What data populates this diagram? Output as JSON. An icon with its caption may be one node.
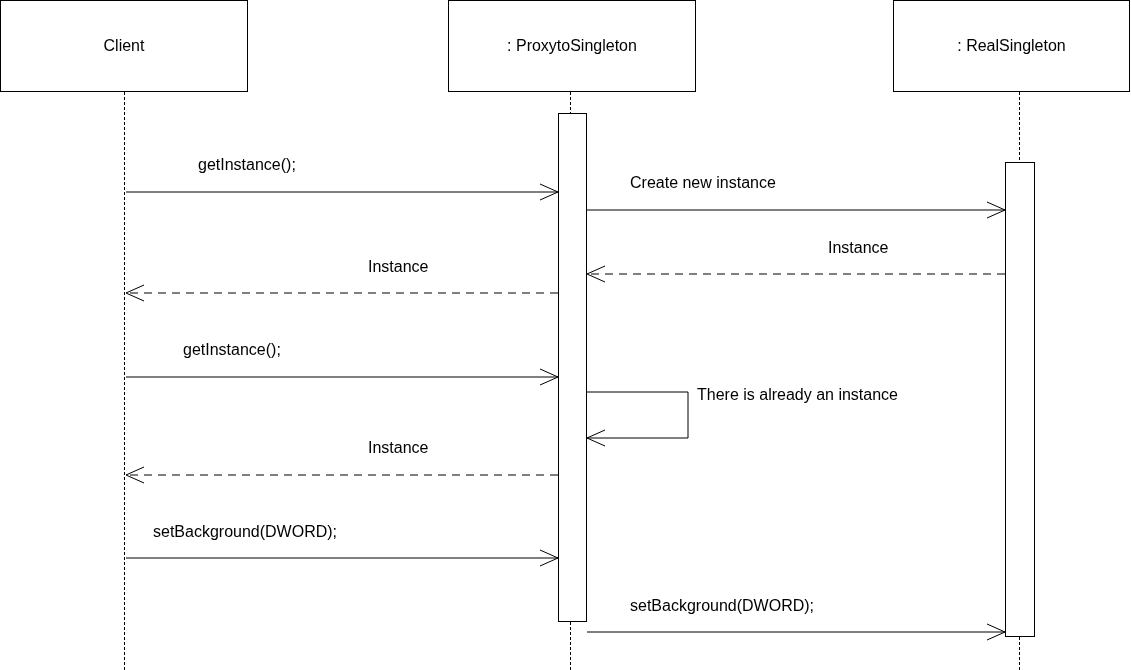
{
  "diagram": {
    "nodes": [
      {
        "text": [
          "Client"
        ]
      },
      {
        "text": [
          ": ProxytoSingleton"
        ]
      },
      {
        "text": [
          ": RealSingleton"
        ]
      },
      {
        "text": [],
        "shape": "line"
      },
      {
        "text": [],
        "shape": "line"
      },
      {
        "text": [],
        "shape": "line"
      },
      {
        "text": [],
        "shape": "bar"
      },
      {
        "text": [],
        "shape": "bar"
      }
    ],
    "edges": [
      {
        "from": 3,
        "to": 6,
        "arrow": "to",
        "label": "getInstance();"
      },
      {
        "from": 6,
        "to": 7,
        "arrow": "to",
        "label": "Create new instance"
      },
      {
        "from": 7,
        "to": 6,
        "arrow": "to",
        "label": "Instance",
        "style": "dashed"
      },
      {
        "from": 6,
        "to": 3,
        "arrow": "to",
        "label": "Instance",
        "style": "dashed"
      },
      {
        "from": 3,
        "to": 6,
        "arrow": "to",
        "label": "getInstance();"
      },
      {
        "from": 6,
        "to": 6,
        "arrow": "to",
        "label": "There is already an instance"
      },
      {
        "from": 6,
        "to": 3,
        "arrow": "to",
        "label": "Instance",
        "style": "dashed"
      },
      {
        "from": 3,
        "to": 6,
        "arrow": "to",
        "label": "setBackground(DWORD);"
      },
      {
        "from": 6,
        "to": 7,
        "arrow": "to",
        "label": "setBackground(DWORD);"
      }
    ]
  }
}
